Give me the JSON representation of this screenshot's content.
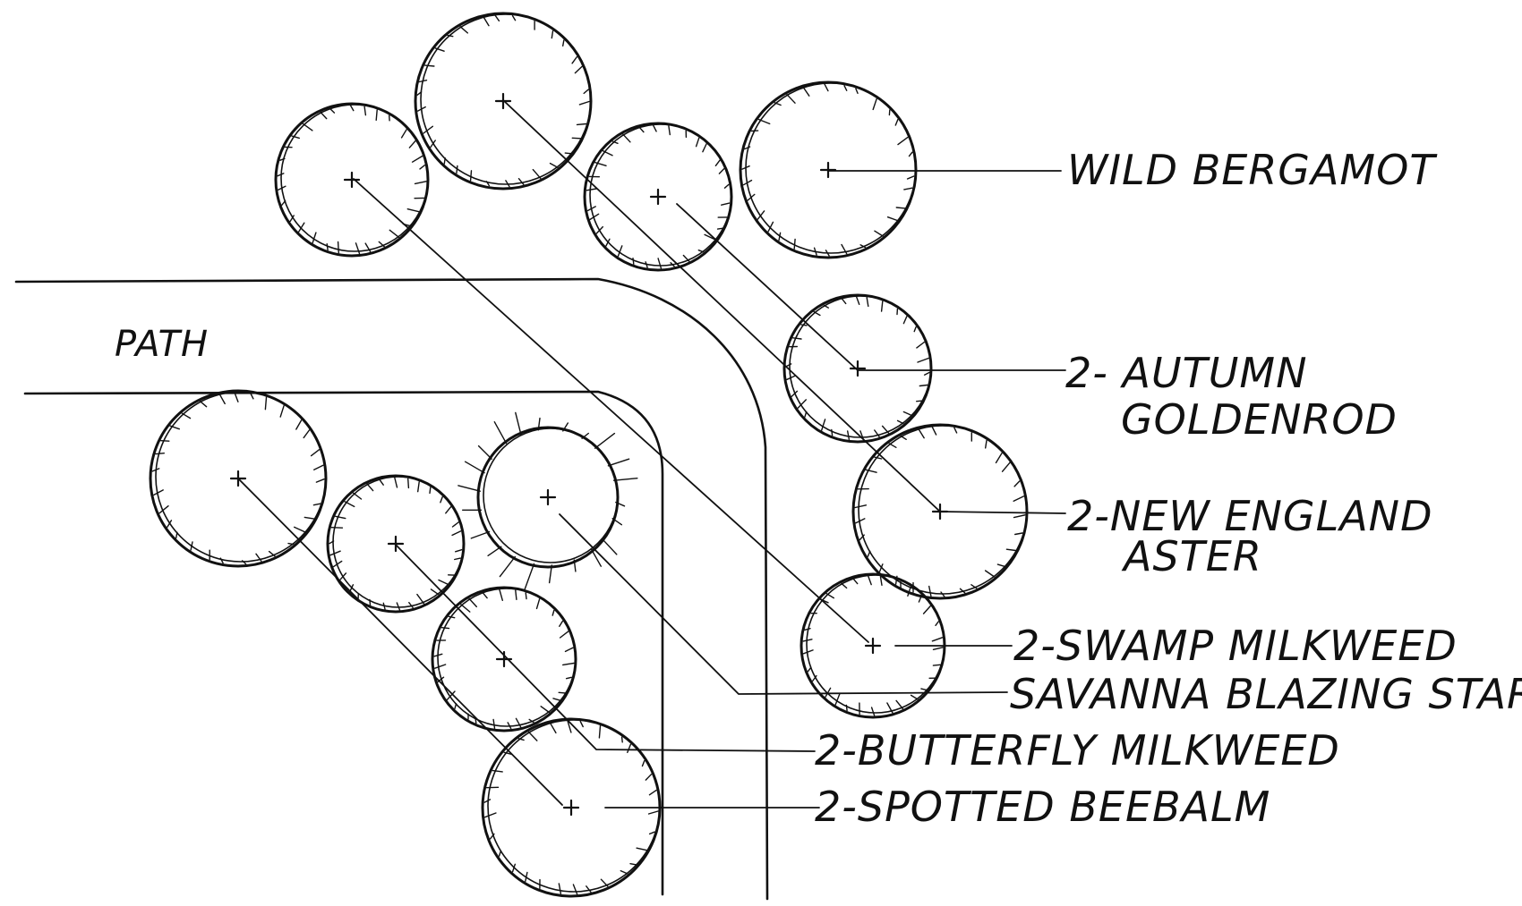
{
  "path_label": "PATH",
  "labels": {
    "wild_bergamot": "WILD BERGAMOT",
    "autumn_goldenrod_line1": "2- AUTUMN",
    "autumn_goldenrod_line2": "GOLDENROD",
    "new_england_aster_line1": "2-NEW ENGLAND",
    "new_england_aster_line2": "ASTER",
    "swamp_milkweed": "2-SWAMP MILKWEED",
    "savanna_blazing_star": "SAVANNA BLAZING STAR",
    "butterfly_milkweed": "2-BUTTERFLY MILKWEED",
    "spotted_beebalm": "2-SPOTTED BEEBALM"
  }
}
